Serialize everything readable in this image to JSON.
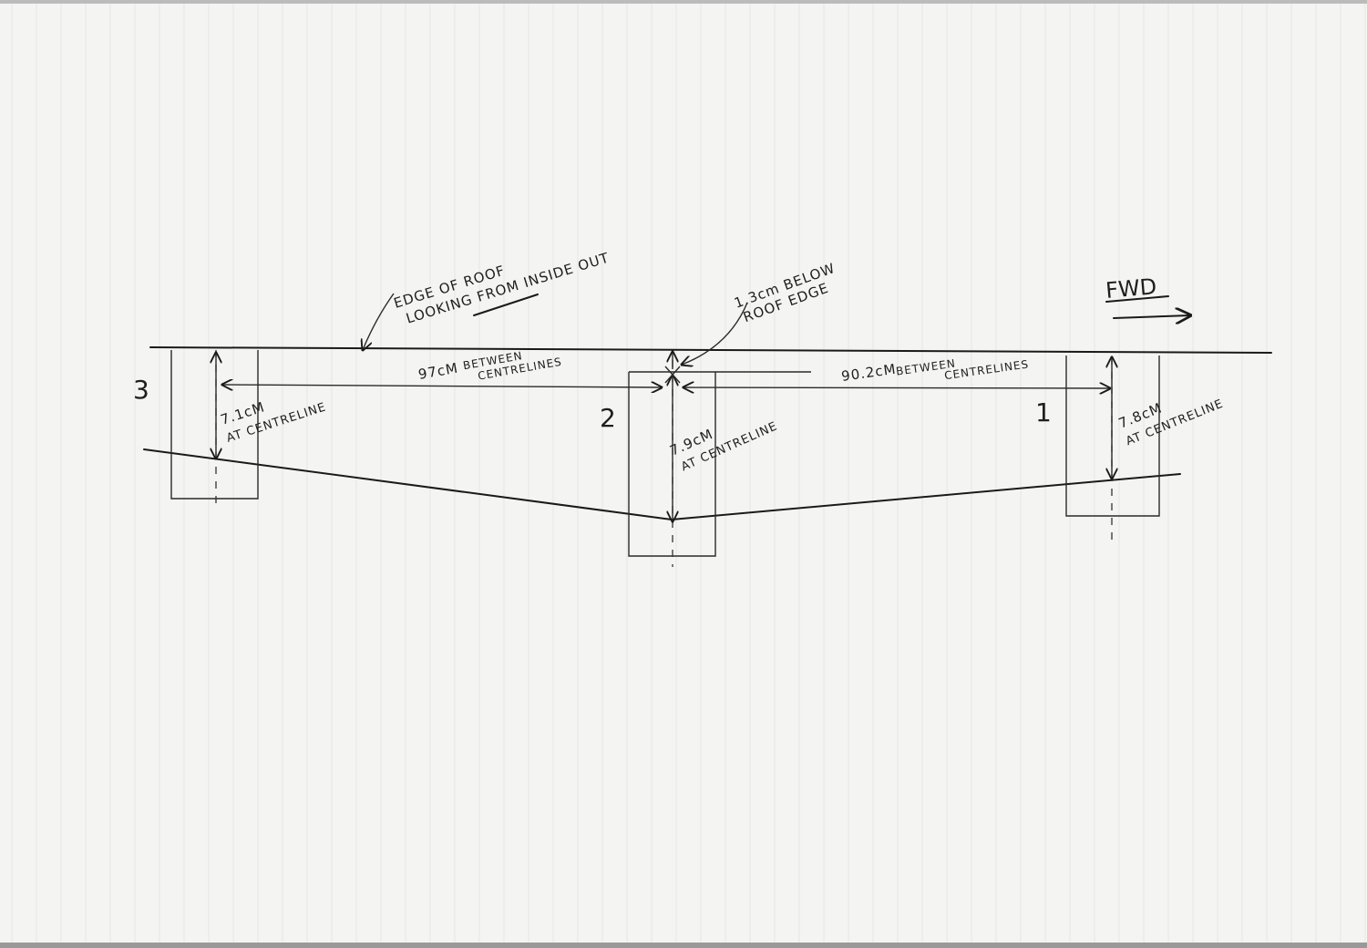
{
  "labels": {
    "edge_line1": "EDGE OF ROOF",
    "edge_line2": "LOOKING FROM INSIDE OUT",
    "below_line1": "1.3cm BELOW",
    "below_line2": "ROOF EDGE",
    "fwd": "FWD",
    "dist_left_value": "97cM",
    "dist_left_text1": "BETWEEN",
    "dist_left_text2": "CENTRELINES",
    "dist_right_value": "90.2cM",
    "dist_right_text1": "BETWEEN",
    "dist_right_text2": "CENTRELINES"
  },
  "posts": [
    {
      "id": "3",
      "height_value": "7.1cM",
      "height_text": "AT CENTRELINE"
    },
    {
      "id": "2",
      "height_value": "7.9cM",
      "height_text": "AT CENTRELINE"
    },
    {
      "id": "1",
      "height_value": "7.8cM",
      "height_text": "AT CENTRELINE"
    }
  ]
}
